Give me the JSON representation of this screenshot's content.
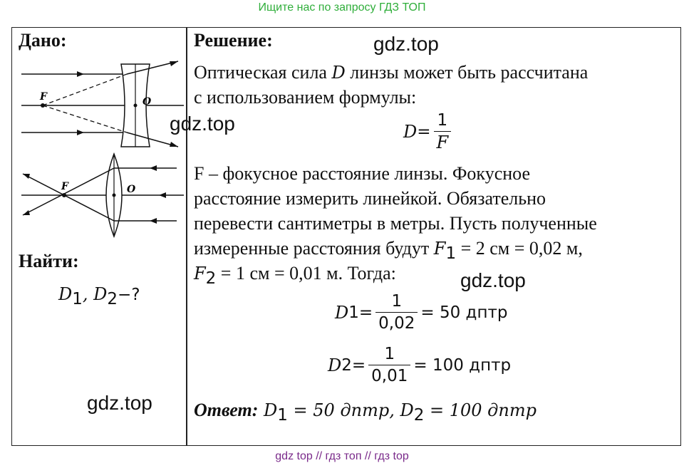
{
  "top_note": "Ищите нас по запросу ГДЗ ТОП",
  "bottom_note": "gdz top  //  гдз топ  //  гдз top",
  "given": {
    "heading": "Дано:",
    "fig1_focus": "F",
    "fig1_center": "O",
    "fig2_focus": "F",
    "fig2_center": "O"
  },
  "find": {
    "heading": "Найти:",
    "d1": "D",
    "d2": "D",
    "sub1": "1",
    "sub2": "2",
    "sep": ", ",
    "tail": "−?"
  },
  "solution": {
    "heading": "Решение:",
    "line1_a": "Оптическая сила ",
    "line1_var": "D",
    "line1_b": " линзы может быть рассчитана",
    "line2": "с использованием формулы:",
    "f1_lhs": "D",
    "f1_eq": " = ",
    "f1_num": "1",
    "f1_den": "F",
    "line3": "F – фокусное расстояние линзы. Фокусное",
    "line4": "расстояние измерить линейкой. Обязательно",
    "line5": "перевести сантиметры в метры. Пусть полученные",
    "line6_a": "измеренные расстояния будут ",
    "line6_var": "F",
    "line6_sub": "1",
    "line6_b": " = 2 см = 0,02 м,",
    "line7_var": "F",
    "line7_sub": "2",
    "line7_b": " = 1 см = 0,01 м. Тогда:",
    "f2_lhs": "D",
    "f2_sub": "1",
    "f2_eq": " = ",
    "f2_num": "1",
    "f2_den": "0,02",
    "f2_rhs": " = 50 дптр",
    "f3_lhs": "D",
    "f3_sub": "2",
    "f3_eq": " = ",
    "f3_num": "1",
    "f3_den": "0,01",
    "f3_rhs": " = 100 дптр",
    "answer_label": "Ответ:",
    "answer_a": " D",
    "answer_sub1": "1",
    "answer_b": " = 50 дптр, D",
    "answer_sub2": "2",
    "answer_c": " = 100 дптр"
  },
  "watermarks": [
    "gdz.top",
    "gdz.top",
    "gdz.top",
    "gdz.top"
  ]
}
